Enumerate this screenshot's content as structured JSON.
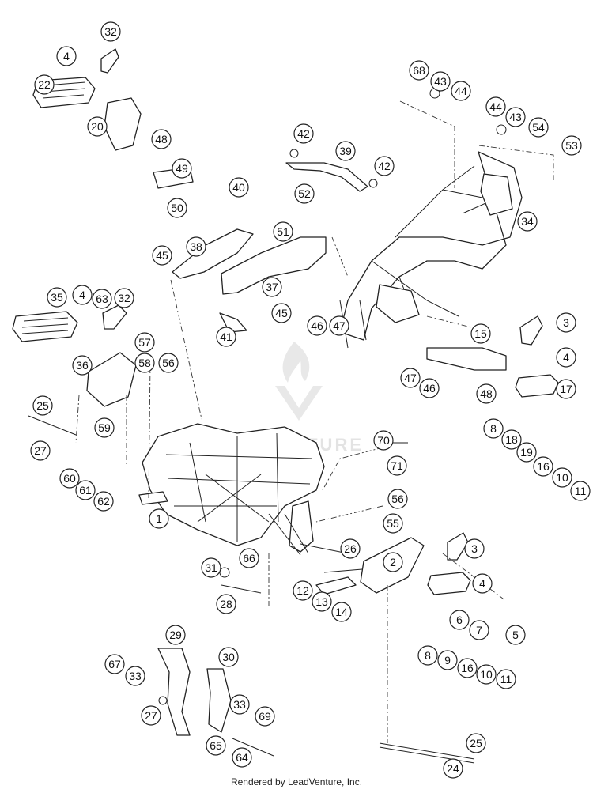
{
  "diagram": {
    "callouts": [
      "32",
      "4",
      "22",
      "20",
      "48",
      "49",
      "50",
      "40",
      "42",
      "39",
      "42",
      "52",
      "51",
      "38",
      "45",
      "37",
      "45",
      "41",
      "68",
      "43",
      "44",
      "44",
      "43",
      "54",
      "53",
      "34",
      "46",
      "47",
      "35",
      "4",
      "63",
      "32",
      "57",
      "36",
      "58",
      "56",
      "25",
      "59",
      "27",
      "60",
      "61",
      "62",
      "1",
      "70",
      "71",
      "56",
      "55",
      "3",
      "4",
      "15",
      "17",
      "47",
      "46",
      "48",
      "8",
      "18",
      "19",
      "16",
      "10",
      "11",
      "26",
      "66",
      "31",
      "28",
      "2",
      "3",
      "4",
      "12",
      "13",
      "14",
      "6",
      "7",
      "5",
      "29",
      "67",
      "33",
      "30",
      "27",
      "33",
      "69",
      "65",
      "64",
      "8",
      "9",
      "16",
      "10",
      "11",
      "25",
      "24"
    ],
    "watermark": "LEADVENTURE"
  },
  "footer": "Rendered by LeadVenture, Inc."
}
